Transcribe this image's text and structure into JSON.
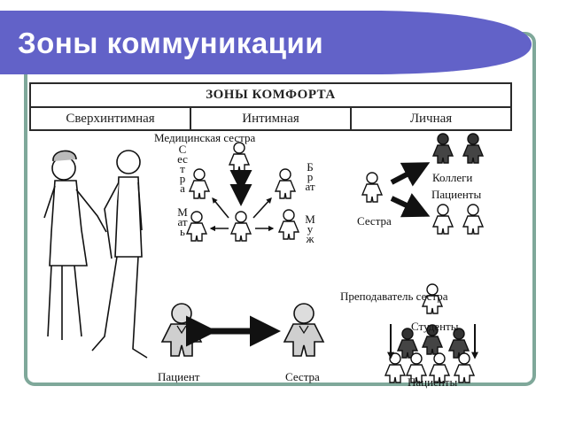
{
  "slide": {
    "title": "Зоны коммуникации"
  },
  "table": {
    "header": "ЗОНЫ КОМФОРТА",
    "zones": [
      "Сверхинтимная",
      "Интимная",
      "Личная"
    ]
  },
  "intimate": {
    "top": "Медицинская сестра",
    "left_vertical_1": "Сестра",
    "left_vertical_2": "Мать",
    "right_vertical_1": "Брат",
    "right_vertical_2": "Муж"
  },
  "personal": {
    "colleagues": "Коллеги",
    "patients": "Пациенты",
    "nurse": "Сестра"
  },
  "bottom_left": {
    "patient": "Пациент",
    "nurse": "Сестра"
  },
  "bottom_right": {
    "teacher": "Преподаватель сестра",
    "students": "Студенты",
    "patients": "Пациенты"
  }
}
